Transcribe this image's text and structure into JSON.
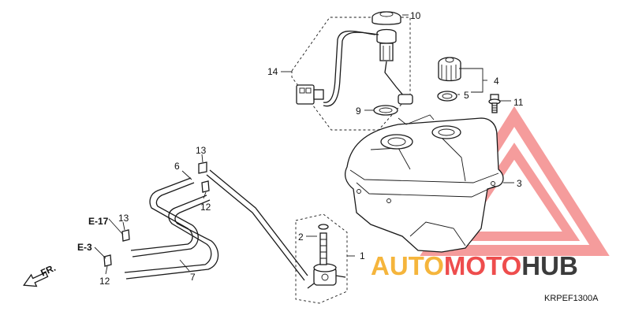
{
  "callouts": {
    "c1": "1",
    "c2": "2",
    "c3": "3",
    "c4": "4",
    "c5": "5",
    "c6": "6",
    "c7": "7",
    "c9": "9",
    "c10": "10",
    "c11": "11",
    "c12a": "12",
    "c12b": "12",
    "c13a": "13",
    "c13b": "13",
    "c14": "14"
  },
  "refs": {
    "e17": "E-17",
    "e3": "E-3"
  },
  "direction_label": "FR.",
  "diagram_code": "KRPEF1300A",
  "watermark": {
    "part1": "AUTO",
    "part2": "MOTO",
    "part3": "HUB",
    "color_orange": "#f5b53c",
    "color_red": "#ee4d4d",
    "color_dark": "#3b3b3b"
  }
}
